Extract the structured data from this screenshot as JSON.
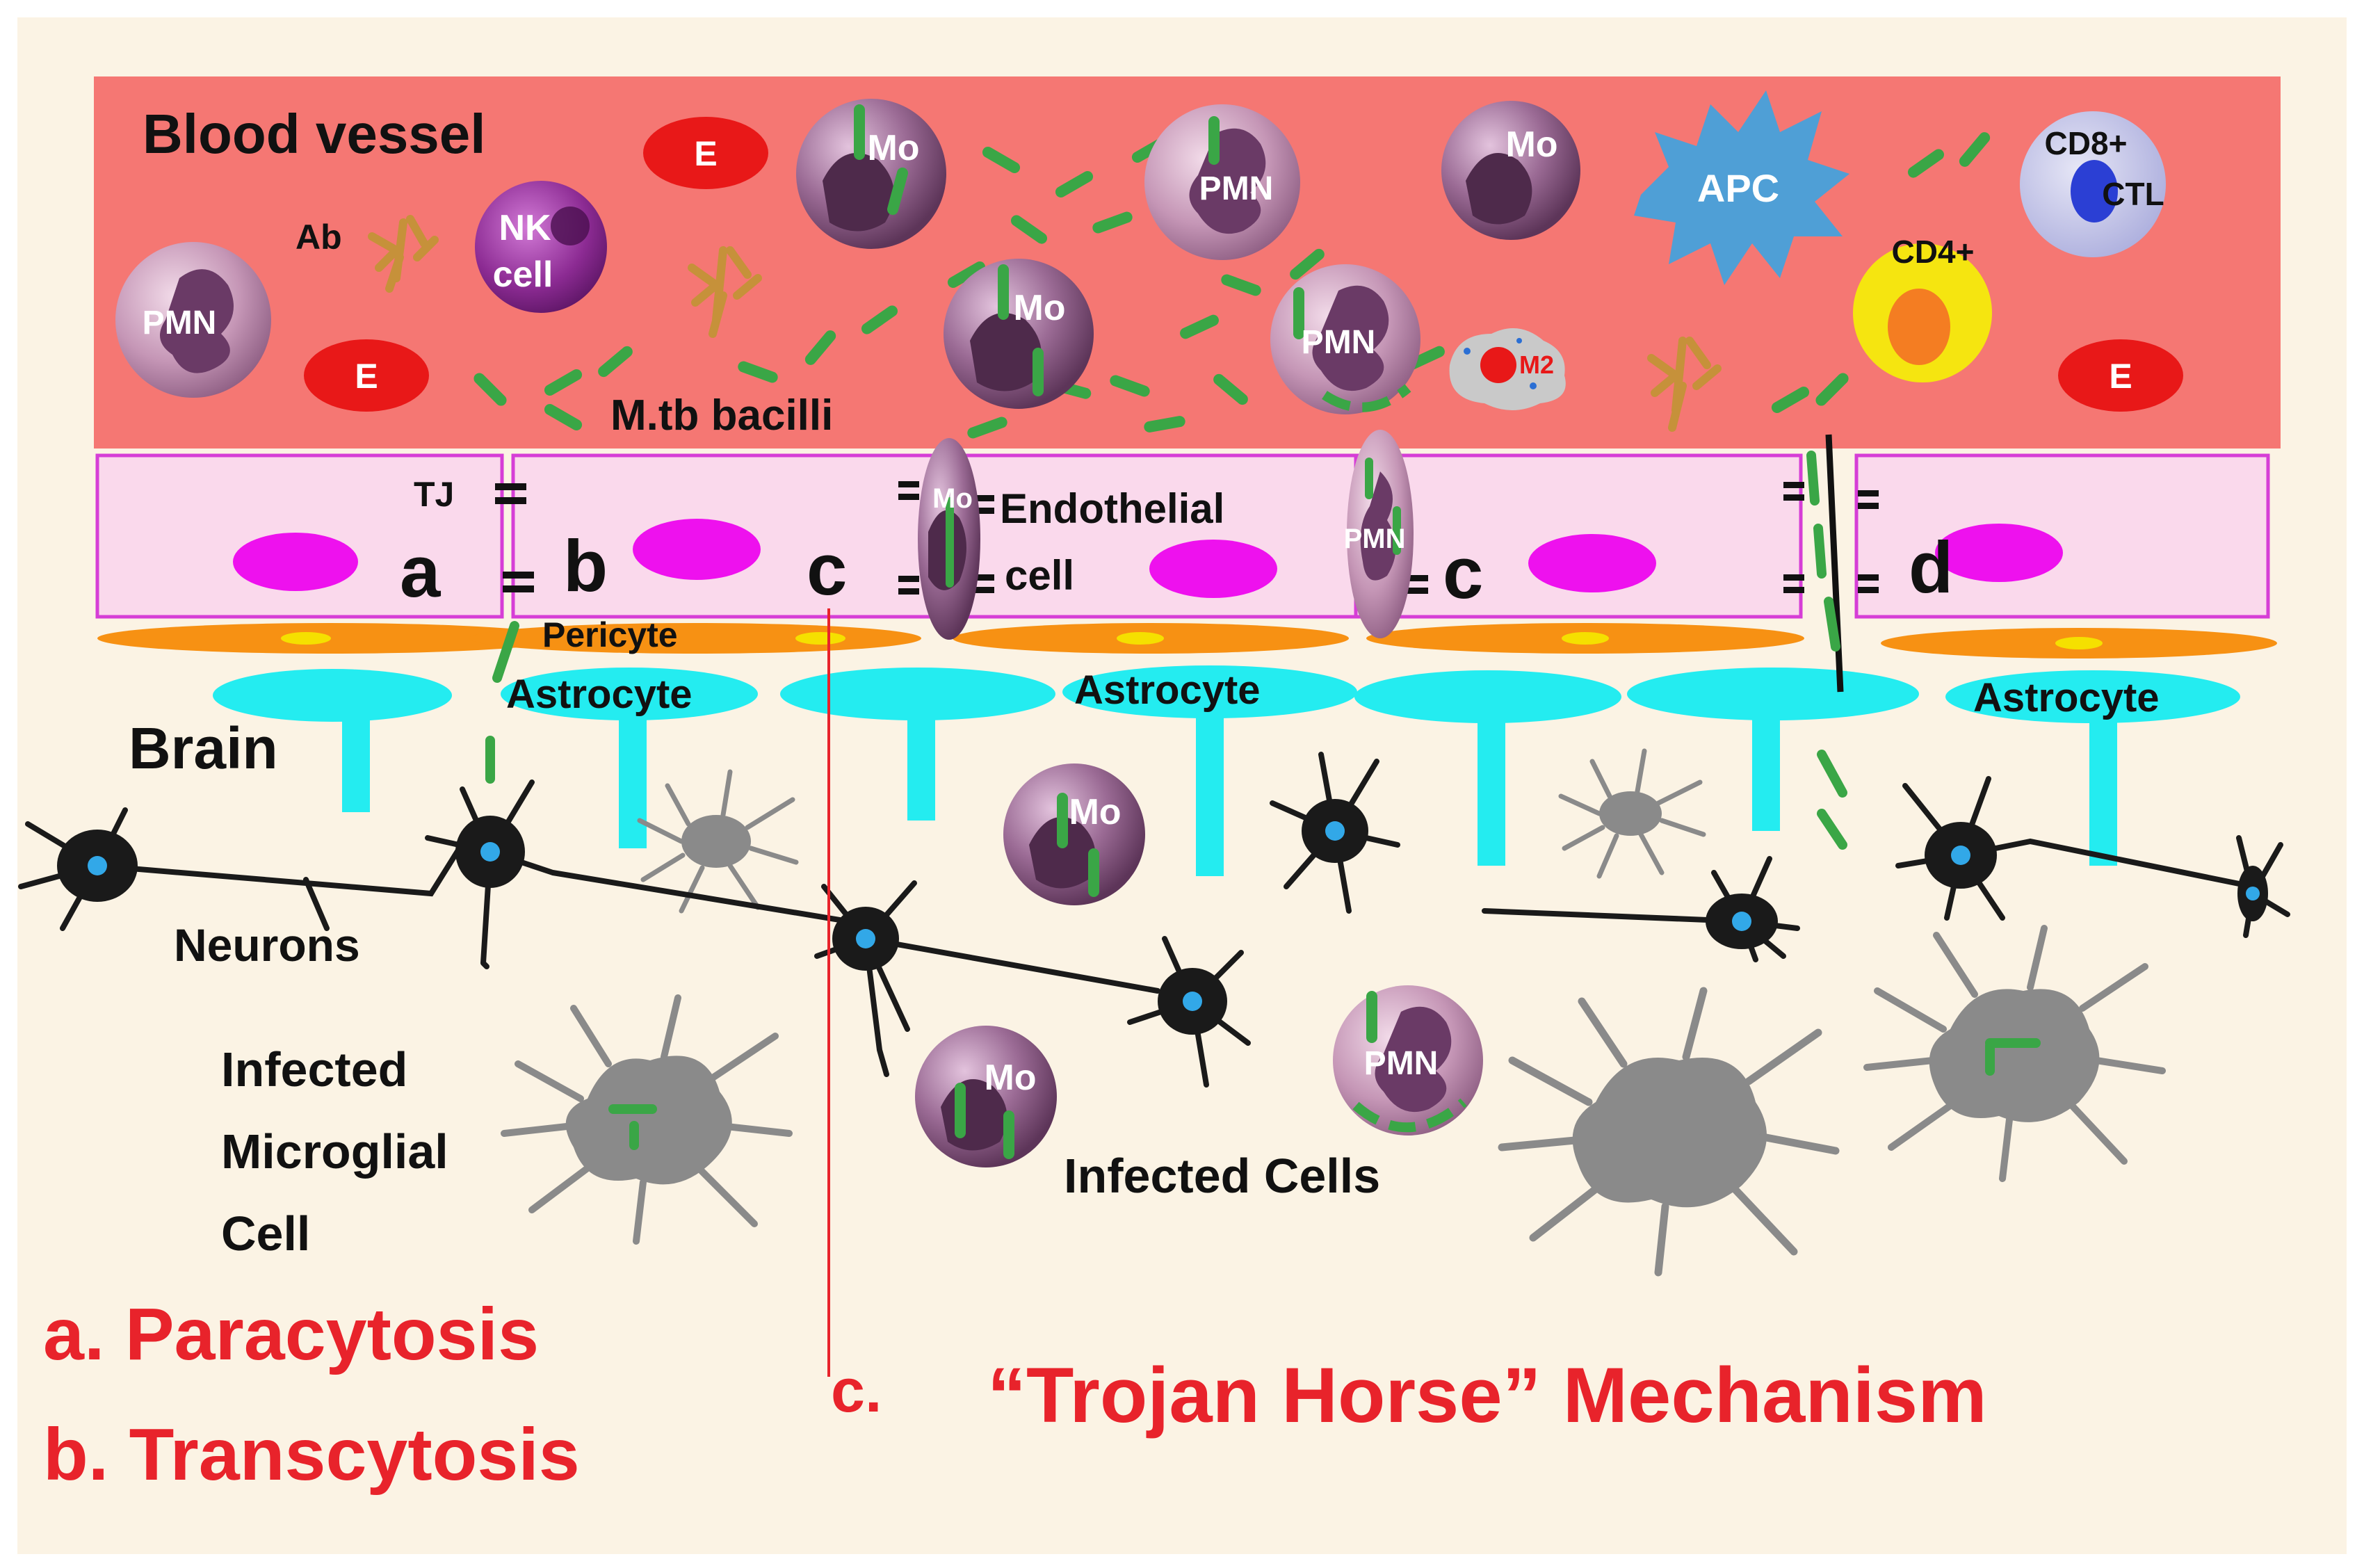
{
  "labels": {
    "blood_vessel": "Blood vessel",
    "ab": "Ab",
    "nk_line1": "NK",
    "nk_line2": "cell",
    "mtb": "M.tb bacilli",
    "apc": "APC",
    "cd8_line1": "CD8+",
    "cd8_line2": "CTL",
    "cd4": "CD4+",
    "m2": "M2",
    "tj": "TJ",
    "endothelial_line1": "Endothelial",
    "endothelial_line2": "cell",
    "pericyte": "Pericyte",
    "astrocyte": "Astrocyte",
    "brain": "Brain",
    "neurons": "Neurons",
    "microglia_line1": "Infected",
    "microglia_line2": "Microglial",
    "microglia_line3": "Cell",
    "infected_cells": "Infected Cells"
  },
  "cell_labels": {
    "pmn": "PMN",
    "mo": "Mo",
    "e": "E"
  },
  "route_letters": {
    "a": "a",
    "b": "b",
    "c": "c",
    "d": "d"
  },
  "mechanisms": {
    "paracytosis": "a. Paracytosis",
    "transcytosis": "b. Transcytosis",
    "c_label": "c.",
    "trojan": "“Trojan Horse” Mechanism"
  },
  "colors": {
    "background": "#fbf3e4",
    "blood": "#f57773",
    "endothelium": "#fad9ec",
    "endothelium_border": "#d63ed6",
    "nucleus": "#ee11ee",
    "pericyte": "#f79113",
    "pericyte_nucleus": "#f5e000",
    "astrocyte": "#24ecf0",
    "bacilli": "#3aa646",
    "erythrocyte": "#e81818",
    "mechanism_text": "#e8232b",
    "mo_cell": "#8c5d86",
    "apc": "#4f9fd6",
    "cd4": "#f5e510",
    "cd8": "#b9b9e3",
    "neuron": "#1a1a1a",
    "microglia": "#8a8a8a"
  }
}
